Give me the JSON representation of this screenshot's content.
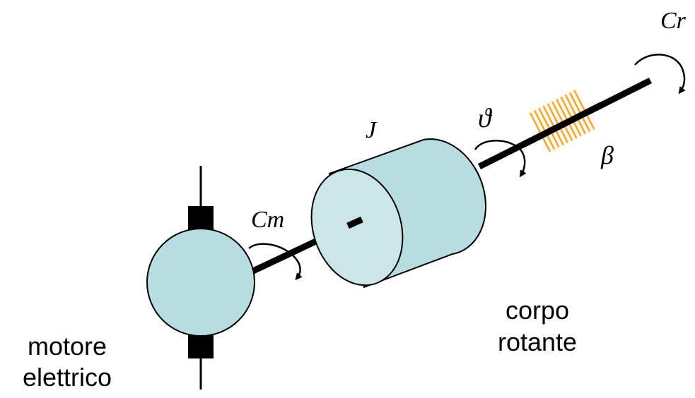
{
  "labels": {
    "cr": "Cr",
    "theta": "ϑ",
    "j": "J",
    "beta": "β",
    "cm": "Cm",
    "motor_line1": "motore",
    "motor_line2": "elettrico",
    "body_line1": "corpo",
    "body_line2": "rotante"
  },
  "colors": {
    "cylinder_fill": "#b7dde0",
    "cylinder_face": "#cbe6e8",
    "motor_fill": "#b7dde0",
    "bearing_stripes": "#f0a830",
    "stroke": "#000000"
  }
}
